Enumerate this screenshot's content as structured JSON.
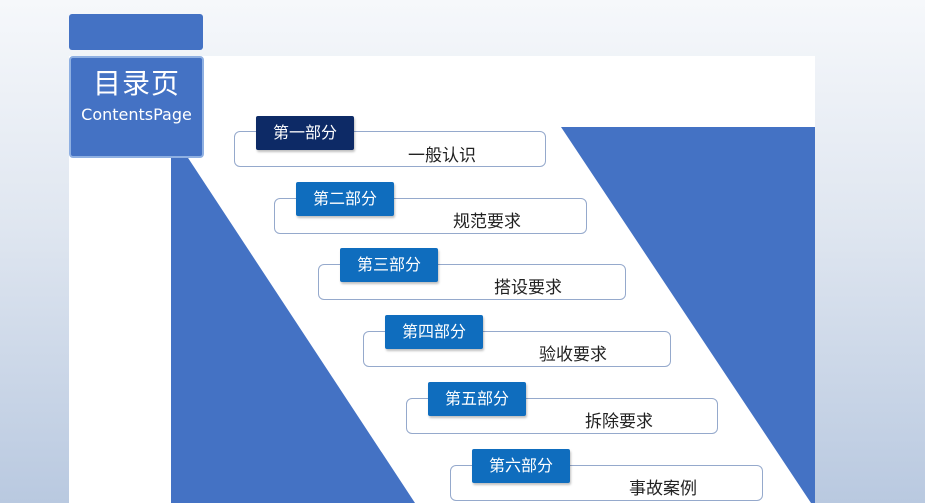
{
  "title": {
    "main": "目录页",
    "sub": "ContentsPage"
  },
  "colors": {
    "accent": "#4472c4",
    "badge_dark": "#0d2a66",
    "badge": "#0f6dbe"
  },
  "sections": [
    {
      "badge": "第一部分",
      "label": "一般认识"
    },
    {
      "badge": "第二部分",
      "label": "规范要求"
    },
    {
      "badge": "第三部分",
      "label": "搭设要求"
    },
    {
      "badge": "第四部分",
      "label": "验收要求"
    },
    {
      "badge": "第五部分",
      "label": "拆除要求"
    },
    {
      "badge": "第六部分",
      "label": "事故案例"
    }
  ]
}
